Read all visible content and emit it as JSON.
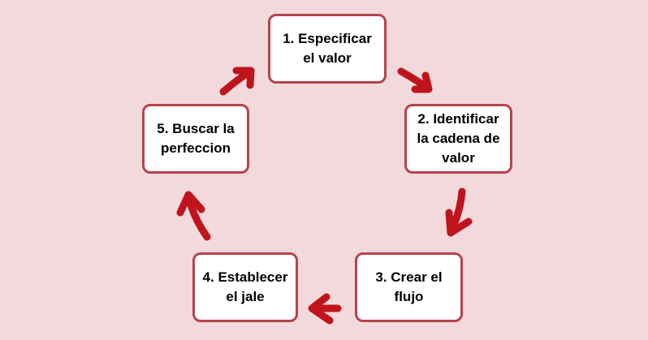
{
  "steps": [
    {
      "lines": [
        "1. Especificar",
        "el valor"
      ]
    },
    {
      "lines": [
        "2. Identificar",
        "la cadena de",
        "valor"
      ]
    },
    {
      "lines": [
        "3. Crear el",
        "flujo"
      ]
    },
    {
      "lines": [
        "4. Establecer",
        "el jale"
      ]
    },
    {
      "lines": [
        "5. Buscar la",
        "perfeccion"
      ]
    }
  ],
  "colors": {
    "background": "#f2d9dc",
    "box_border": "#b5444b",
    "box_fill": "#ffffff",
    "arrow": "#c0141c"
  }
}
